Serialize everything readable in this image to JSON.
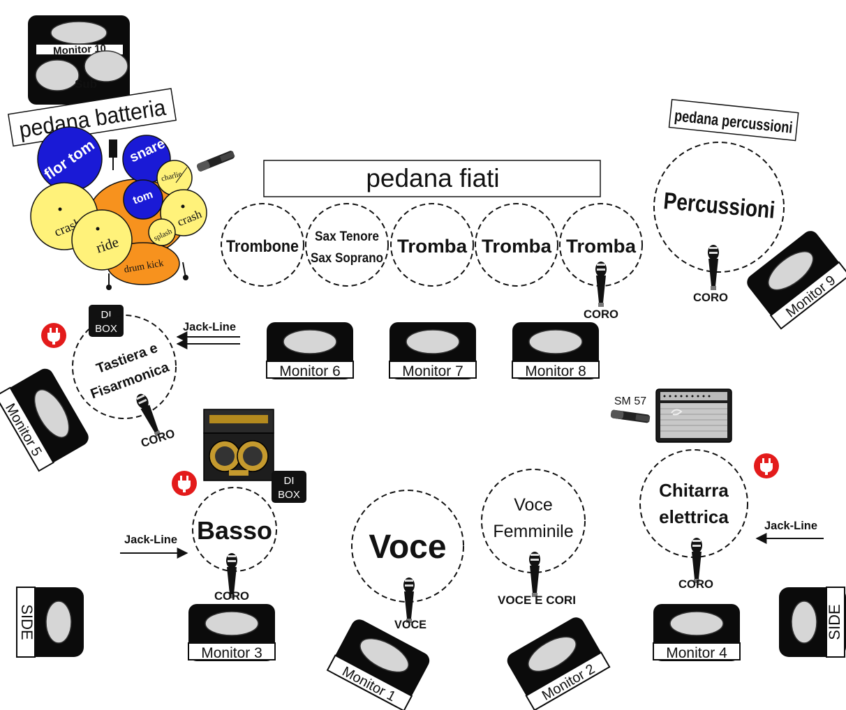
{
  "colors": {
    "drum_blue": "#1a1ad6",
    "drum_orange": "#f7921e",
    "cymbal_yellow": "#fff27a",
    "monitor_black": "#0b0b0b",
    "monitor_oval": "#d6d6d6",
    "power_red": "#e31b1b"
  },
  "drum_riser": {
    "title": "pedana batteria",
    "monitor_label": "Monitor 10",
    "sub_label": "Sub",
    "pieces": {
      "flor_tom": "flor tom",
      "snare": "snare",
      "tom": "tom",
      "charlie": "charlie",
      "crash_left": "crash",
      "ride": "ride",
      "crash_right": "crash",
      "splash": "splash",
      "drum_kick": "drum kick"
    }
  },
  "horns_riser": {
    "title": "pedana fiati",
    "positions": [
      {
        "lines": [
          "Trombone"
        ]
      },
      {
        "lines": [
          "Sax Tenore",
          "Sax Soprano"
        ]
      },
      {
        "lines": [
          "Tromba"
        ]
      },
      {
        "lines": [
          "Tromba"
        ]
      },
      {
        "lines": [
          "Tromba"
        ]
      }
    ],
    "mic_label": "CORO"
  },
  "percussion_riser": {
    "title": "pedana percussioni",
    "position": "Percussioni",
    "mic_label": "CORO",
    "monitor_label": "Monitor 9"
  },
  "keyboard": {
    "lines": [
      "Tastiera e",
      "Fisarmonica"
    ],
    "di_box": [
      "DI",
      "BOX"
    ],
    "input_label": "Jack-Line",
    "mic_label": "CORO",
    "monitor_label": "Monitor 5"
  },
  "horn_monitors": [
    "Monitor 6",
    "Monitor 7",
    "Monitor 8"
  ],
  "guitar_amp": {
    "mic_model": "SM 57"
  },
  "bass": {
    "label": "Basso",
    "di_box": [
      "DI",
      "BOX"
    ],
    "input_label": "Jack-Line",
    "mic_label": "CORO",
    "monitor_label": "Monitor 3"
  },
  "lead_vocal": {
    "label": "Voce",
    "mic_label": "VOCE",
    "monitor_label": "Monitor 1"
  },
  "female_vocal": {
    "lines": [
      "Voce",
      "Femminile"
    ],
    "mic_label": "VOCE E CORI",
    "monitor_label": "Monitor 2"
  },
  "electric_guitar": {
    "lines": [
      "Chitarra",
      "elettrica"
    ],
    "input_label": "Jack-Line",
    "mic_label": "CORO",
    "monitor_label": "Monitor 4"
  },
  "side_fills": {
    "left": "SIDE",
    "right": "SIDE"
  }
}
